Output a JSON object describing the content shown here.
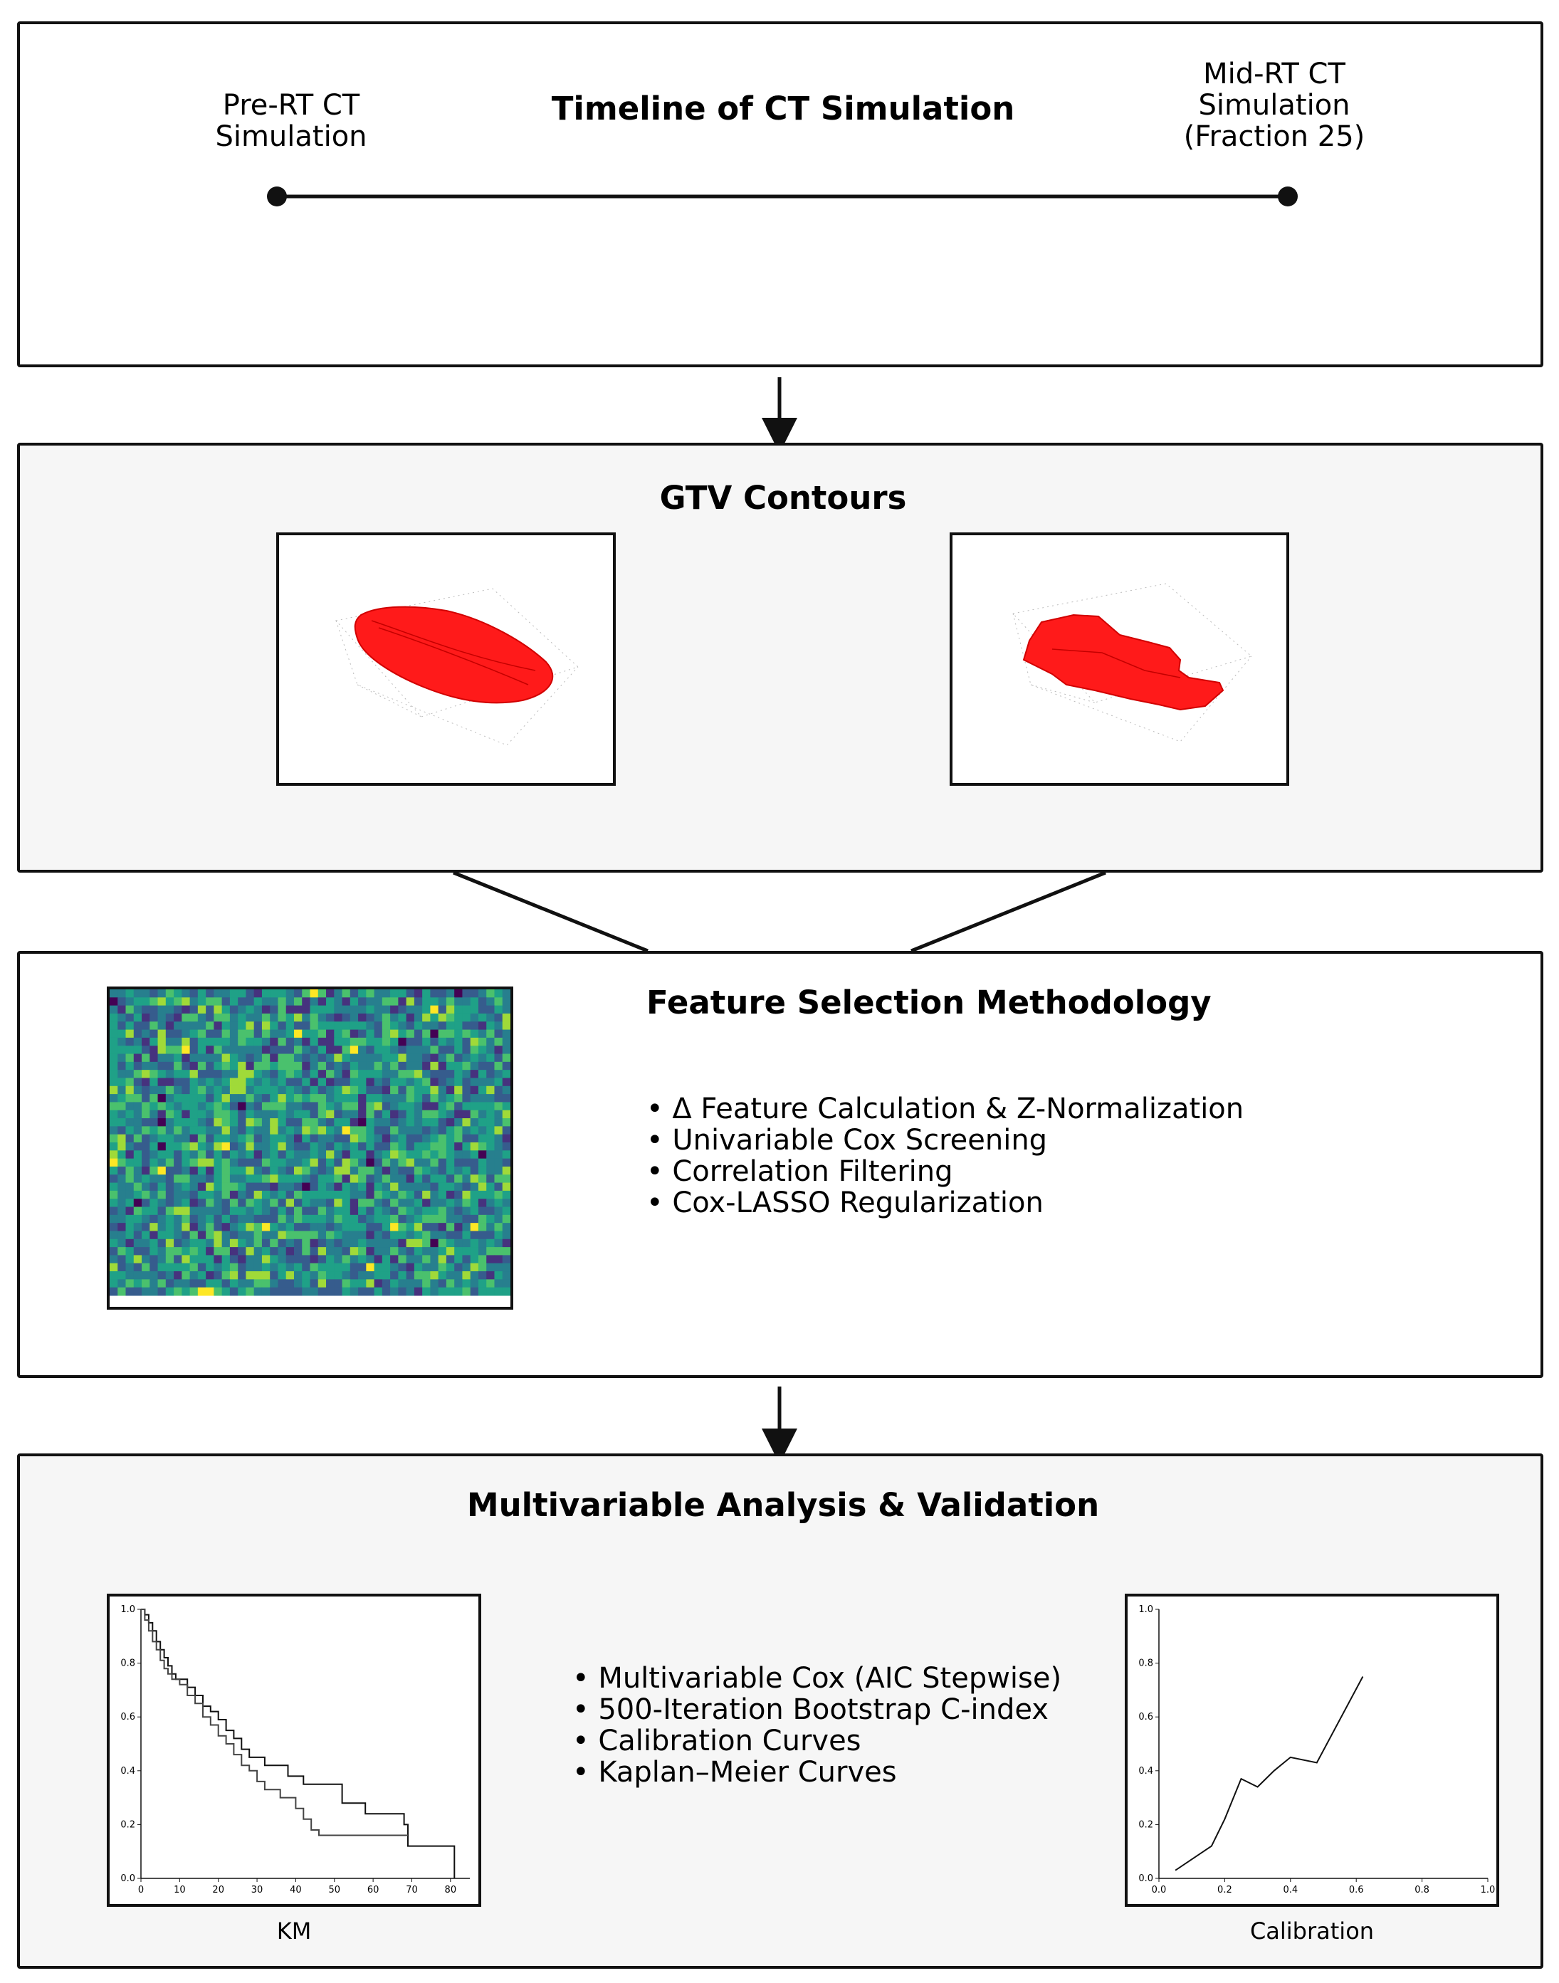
{
  "timeline": {
    "title": "Timeline of CT Simulation",
    "left_label": "Pre-RT CT\nSimulation",
    "right_label": "Mid-RT CT\nSimulation\n(Fraction 25)"
  },
  "gtv": {
    "title": "GTV Contours",
    "tumor_color": "#ff1a1a"
  },
  "features": {
    "title": "Feature Selection Methodology",
    "steps": [
      "Δ Feature Calculation & Z-Normalization",
      "Univariable Cox Screening",
      "Correlation Filtering",
      "Cox-LASSO Regularization"
    ],
    "heatmap_colormap": "viridis"
  },
  "analysis": {
    "title": "Multivariable Analysis & Validation",
    "steps": [
      "Multivariable Cox (AIC Stepwise)",
      "500-Iteration Bootstrap C-index",
      "Calibration Curves",
      "Kaplan–Meier Curves"
    ],
    "km_caption": "KM",
    "calibration_caption": "Calibration"
  },
  "chart_data": [
    {
      "type": "line",
      "caption": "KM",
      "xlim": [
        0,
        85
      ],
      "ylim": [
        0,
        1.0
      ],
      "x_ticks": [
        "0",
        "10",
        "20",
        "30",
        "40",
        "50",
        "60",
        "70",
        "80"
      ],
      "y_ticks": [
        "0.0",
        "0.2",
        "0.4",
        "0.6",
        "0.8",
        "1.0"
      ],
      "series": [
        {
          "x": [
            0,
            1,
            2,
            3,
            4,
            5,
            6,
            7,
            8,
            9,
            10,
            12,
            14,
            16,
            18,
            20,
            22,
            24,
            26,
            28,
            30,
            32,
            35,
            38,
            42,
            48,
            52,
            58,
            62,
            68,
            69,
            76,
            81
          ],
          "y": [
            1.0,
            0.98,
            0.95,
            0.92,
            0.88,
            0.85,
            0.82,
            0.79,
            0.76,
            0.74,
            0.74,
            0.71,
            0.68,
            0.64,
            0.62,
            0.59,
            0.55,
            0.52,
            0.48,
            0.45,
            0.45,
            0.42,
            0.42,
            0.38,
            0.35,
            0.35,
            0.28,
            0.24,
            0.24,
            0.2,
            0.12,
            0.12,
            0.0
          ]
        },
        {
          "x": [
            0,
            1,
            2,
            3,
            4,
            5,
            6,
            7,
            8,
            10,
            12,
            14,
            16,
            18,
            20,
            22,
            24,
            26,
            28,
            30,
            32,
            34,
            36,
            38,
            40,
            42,
            44,
            46,
            48,
            50,
            56,
            62,
            68,
            69
          ],
          "y": [
            1.0,
            0.96,
            0.92,
            0.88,
            0.85,
            0.81,
            0.78,
            0.76,
            0.74,
            0.72,
            0.68,
            0.65,
            0.6,
            0.57,
            0.53,
            0.5,
            0.46,
            0.42,
            0.4,
            0.36,
            0.33,
            0.33,
            0.3,
            0.3,
            0.26,
            0.22,
            0.18,
            0.16,
            0.16,
            0.16,
            0.16,
            0.16,
            0.16,
            0.16
          ]
        }
      ]
    },
    {
      "type": "line",
      "caption": "Calibration",
      "xlim": [
        0,
        1.0
      ],
      "ylim": [
        0,
        1.0
      ],
      "x_ticks": [
        "0.0",
        "0.2",
        "0.4",
        "0.6",
        "0.8",
        "1.0"
      ],
      "y_ticks": [
        "0.0",
        "0.2",
        "0.4",
        "0.6",
        "0.8",
        "1.0"
      ],
      "series": [
        {
          "x": [
            0.05,
            0.16,
            0.2,
            0.25,
            0.3,
            0.35,
            0.4,
            0.48,
            0.62
          ],
          "y": [
            0.03,
            0.12,
            0.22,
            0.37,
            0.34,
            0.4,
            0.45,
            0.43,
            0.75
          ]
        }
      ]
    }
  ]
}
